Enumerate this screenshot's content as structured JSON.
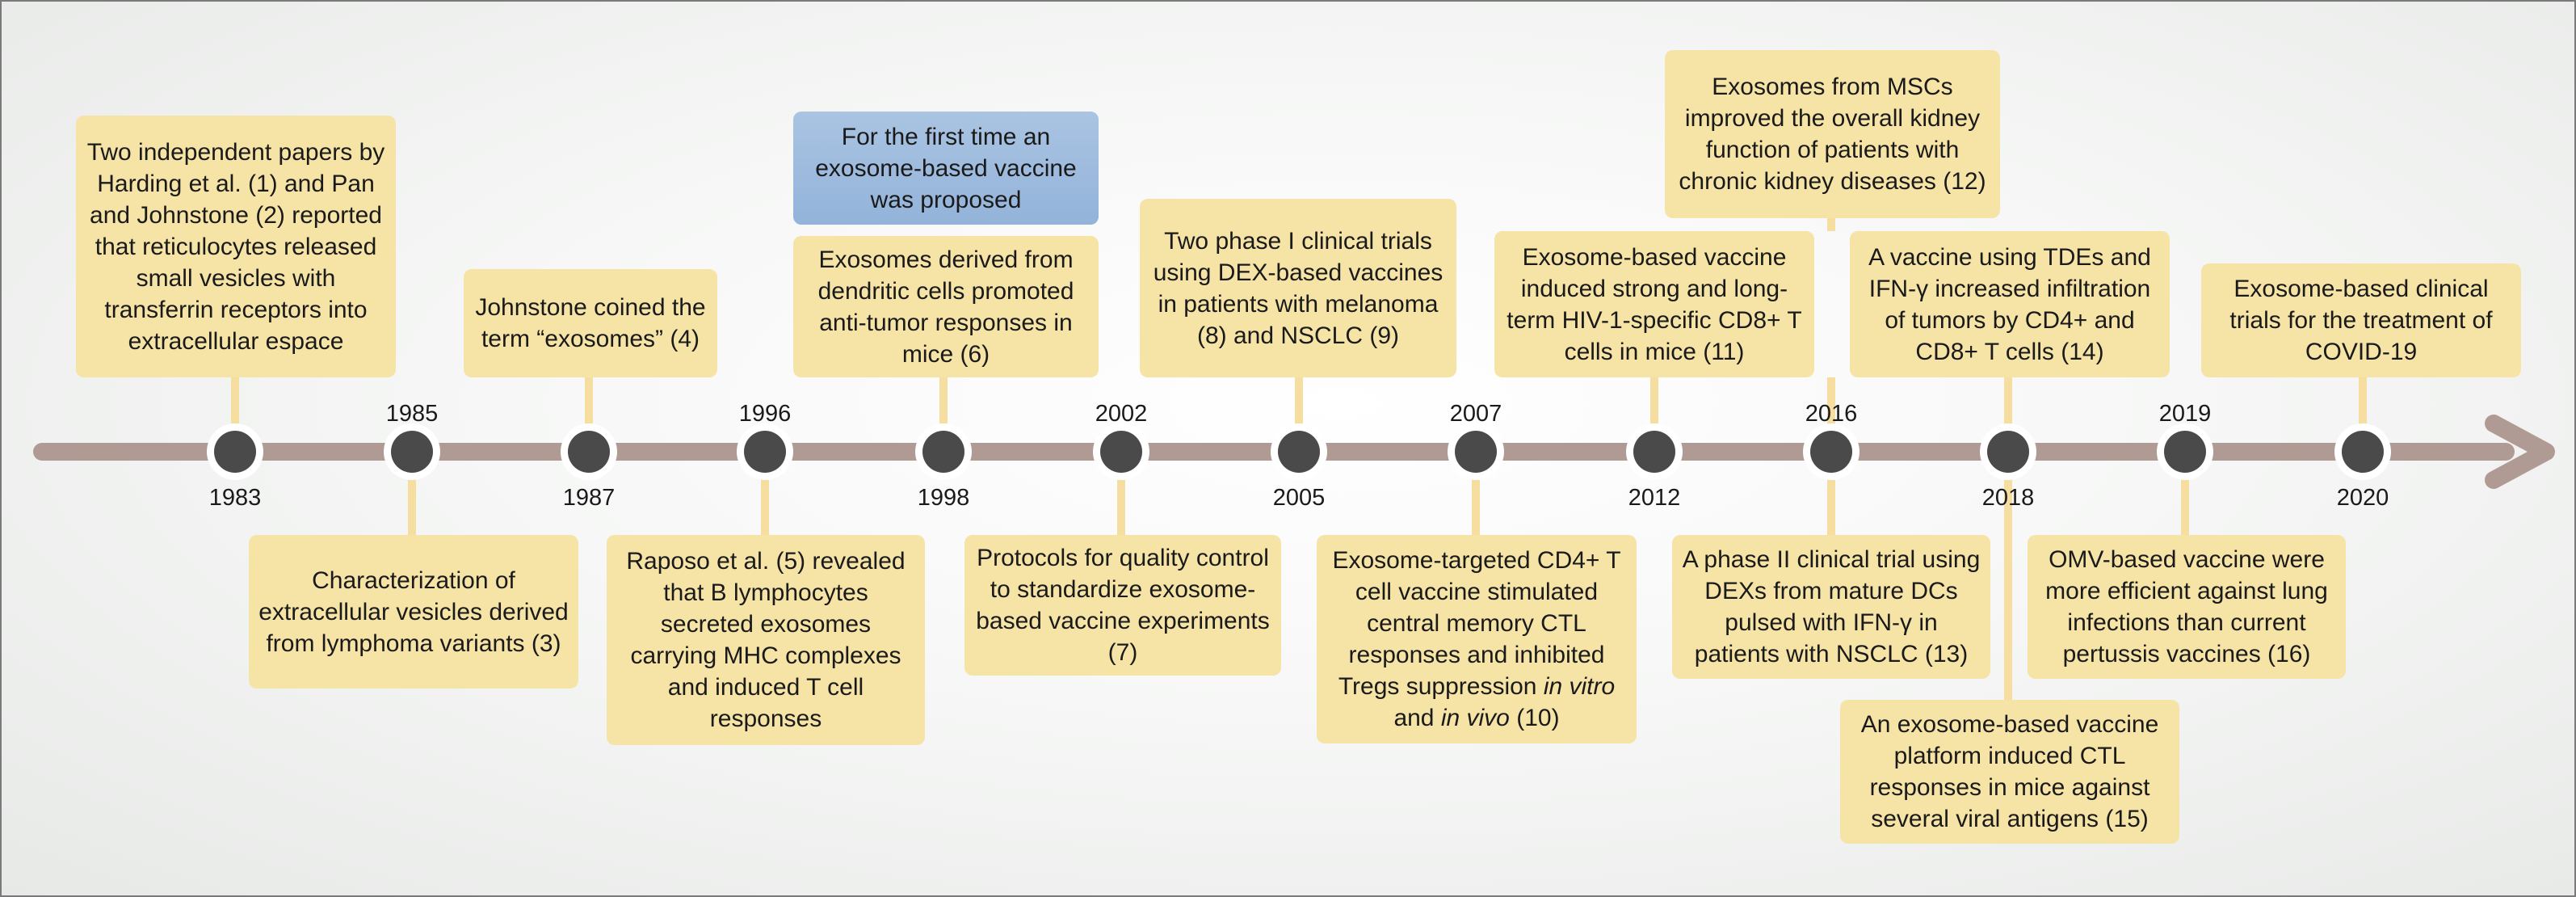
{
  "colors": {
    "axis": "#b09a94",
    "node": "#4a4a4a",
    "connector": "#f5dea0",
    "box": "#f6e3a6",
    "highlight": "#9ab8dc"
  },
  "years": [
    "1983",
    "1985",
    "1987",
    "1996",
    "1998",
    "2002",
    "2005",
    "2007",
    "2012",
    "2016",
    "2018",
    "2019",
    "2020"
  ],
  "events": [
    {
      "year": "1983",
      "text": "Two independent papers by Harding et al. (1) and Pan and Johnstone (2) reported that reticulocytes released small vesicles with transferrin receptors into extracellular espace"
    },
    {
      "year": "1985",
      "text": "Characterization of extracellular vesicles derived from lymphoma variants (3)"
    },
    {
      "year": "1987",
      "text": "Johnstone coined the term “exosomes” (4)"
    },
    {
      "year": "1996",
      "text": "Raposo et al. (5) revealed that B lymphocytes secreted exosomes carrying MHC complexes and induced T cell responses"
    },
    {
      "year": "1998",
      "text": "Exosomes derived from dendritic cells promoted anti-tumor responses in mice (6)"
    },
    {
      "year": "1998",
      "text": "For the first time an exosome-based vaccine was proposed"
    },
    {
      "year": "2002",
      "text": "Protocols for quality control to standardize exosome-based vaccine experiments (7)"
    },
    {
      "year": "2005",
      "text": "Two phase I clinical trials using DEX-based vaccines in patients with melanoma (8) and NSCLC (9)"
    },
    {
      "year": "2007",
      "text": "Exosome-targeted CD4+ T cell vaccine stimulated central memory CTL responses and inhibited Tregs suppression in vitro and in vivo (10)"
    },
    {
      "year": "2012",
      "text": "Exosome-based vaccine induced strong and long-term HIV-1-specific CD8+ T cells in mice (11)"
    },
    {
      "year": "2016",
      "text": "Exosomes from MSCs improved the overall kidney function of patients with chronic kidney diseases (12)"
    },
    {
      "year": "2016",
      "text": "A phase II clinical trial using DEXs from mature DCs pulsed with IFN-γ in patients with NSCLC (13)"
    },
    {
      "year": "2018",
      "text": "A vaccine using TDEs and IFN-γ increased infiltration of tumors by CD4+ and CD8+ T cells (14)"
    },
    {
      "year": "2018",
      "text": "An exosome-based vaccine platform induced CTL responses in mice against several viral antigens (15)"
    },
    {
      "year": "2019",
      "text": "OMV-based vaccine were more efficient against lung infections than current pertussis vaccines (16)"
    },
    {
      "year": "2020",
      "text": "Exosome-based clinical trials for the treatment of COVID-19"
    }
  ]
}
